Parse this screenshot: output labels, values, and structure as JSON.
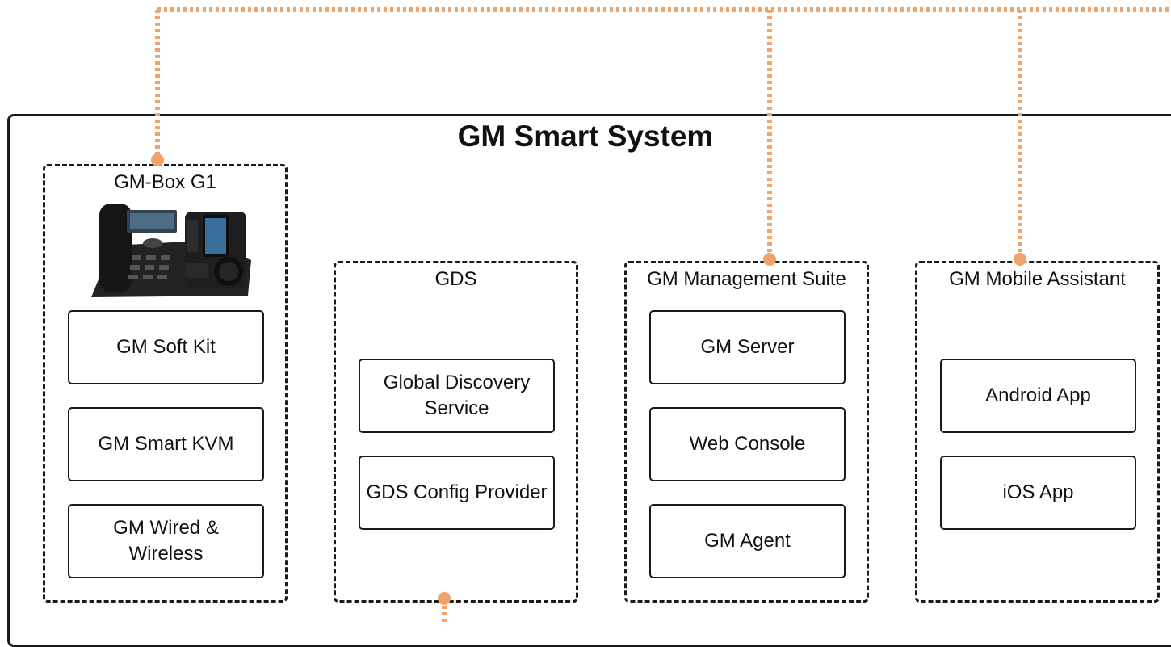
{
  "title": "GM Smart System",
  "colors": {
    "connector": "#F0A46C",
    "border": "#1a1a1a"
  },
  "groups": {
    "gmbox": {
      "label": "GM-Box G1",
      "image": "desk-phone-device",
      "modules": [
        "GM Soft Kit",
        "GM Smart KVM",
        "GM Wired & Wireless"
      ]
    },
    "gds": {
      "label": "GDS",
      "modules": [
        "Global Discovery Service",
        "GDS Config Provider"
      ]
    },
    "management": {
      "label": "GM Management Suite",
      "modules": [
        "GM Server",
        "Web Console",
        "GM Agent"
      ]
    },
    "mobile": {
      "label": "GM Mobile Assistant",
      "modules": [
        "Android App",
        "iOS App"
      ]
    }
  }
}
